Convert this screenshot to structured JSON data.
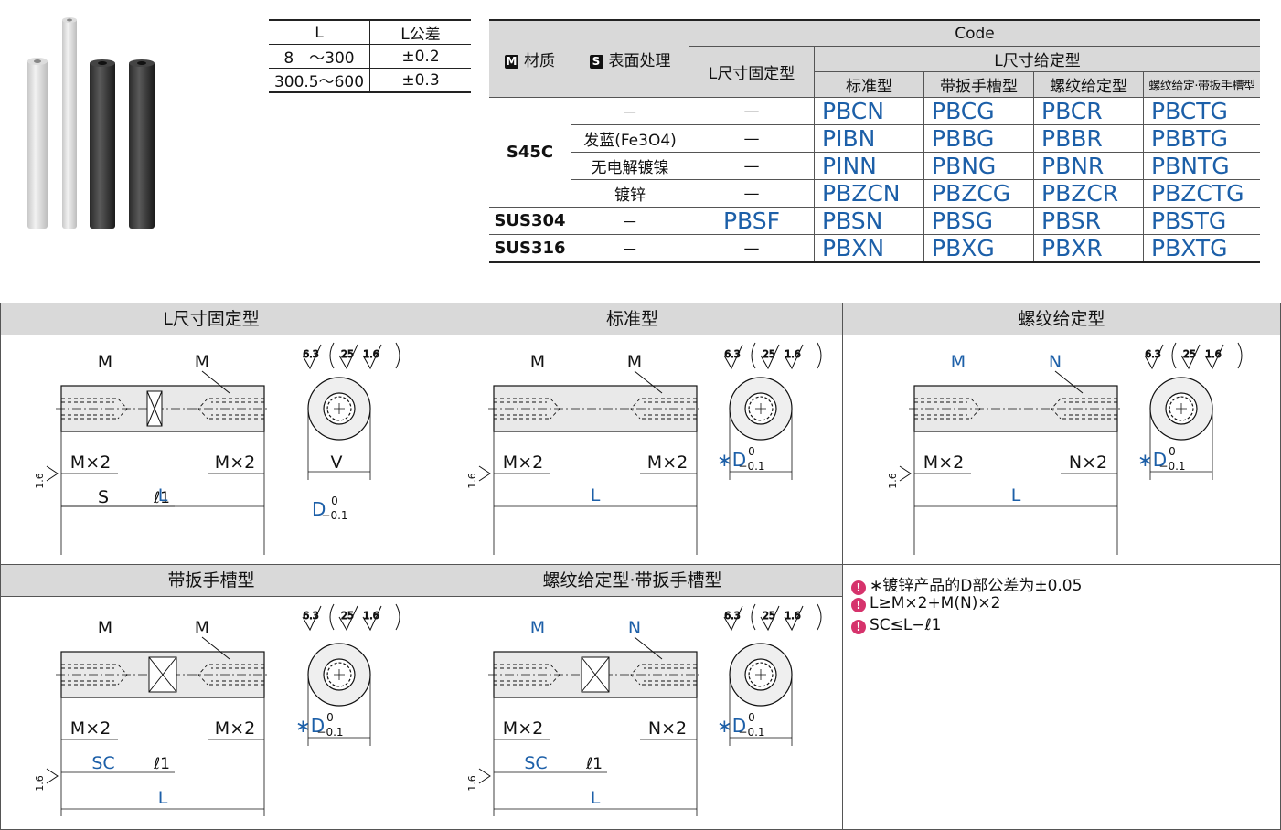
{
  "tolerance_table": {
    "headers": [
      "L",
      "L公差"
    ],
    "rows": [
      [
        "8　～300",
        "±0.2"
      ],
      [
        "300.5～600",
        "±0.3"
      ]
    ]
  },
  "code_table": {
    "material_header": "材质",
    "material_icon": "M",
    "surface_header": "表面处理",
    "surface_icon": "S",
    "code_header": "Code",
    "fixed_header": "L尺寸固定型",
    "given_header": "L尺寸给定型",
    "sub_headers": [
      "标准型",
      "带扳手槽型",
      "螺纹给定型",
      "螺纹给定·带扳手槽型"
    ],
    "rows": [
      {
        "surface": "－",
        "fixed": "—",
        "codes": [
          "PBCN",
          "PBCG",
          "PBCR",
          "PBCTG"
        ]
      },
      {
        "surface": "发蓝(Fe3O4)",
        "fixed": "—",
        "codes": [
          "PIBN",
          "PBBG",
          "PBBR",
          "PBBTG"
        ]
      },
      {
        "surface": "无电解镀镍",
        "fixed": "—",
        "codes": [
          "PINN",
          "PBNG",
          "PBNR",
          "PBNTG"
        ]
      },
      {
        "surface": "镀锌",
        "fixed": "—",
        "codes": [
          "PBZCN",
          "PBZCG",
          "PBZCR",
          "PBZCTG"
        ]
      },
      {
        "surface": "－",
        "fixed": "PBSF",
        "codes": [
          "PBSN",
          "PBSG",
          "PBSR",
          "PBSTG"
        ]
      },
      {
        "surface": "－",
        "fixed": "—",
        "codes": [
          "PBXN",
          "PBXG",
          "PBXR",
          "PBXTG"
        ]
      }
    ],
    "materials": [
      "S45C",
      "SUS304",
      "SUS316"
    ]
  },
  "panels": {
    "fixed": "L尺寸固定型",
    "standard": "标准型",
    "thread": "螺纹给定型",
    "wrench": "带扳手槽型",
    "thread_wrench": "螺纹给定型·带扳手槽型"
  },
  "labels": {
    "M": "M",
    "N": "N",
    "MX2": "M×2",
    "NX2": "N×2",
    "S": "S",
    "SC": "SC",
    "L": "L",
    "V": "V",
    "D": "D",
    "Dstar": "∗D",
    "l1": "ℓ1",
    "tol0": "0",
    "tolneg": "−0.1",
    "r63": "6.3",
    "r25": "25",
    "r16": "1.6"
  },
  "notes": [
    "∗镀锌产品的D部公差为±0.05",
    "L≥M×2+M(N)×2",
    "SC≤L−ℓ1"
  ],
  "colors": {
    "accent": "#1c5fa8",
    "header_bg": "#d9d9d9",
    "warn": "#d6336c"
  }
}
